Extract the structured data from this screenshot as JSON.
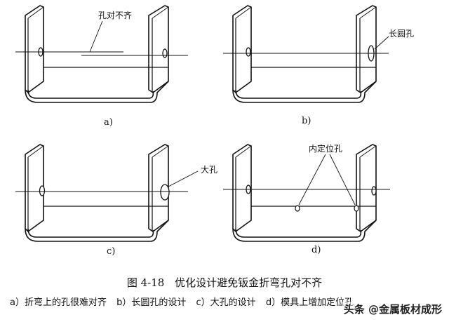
{
  "annotations": {
    "a": "孔对不齐",
    "b": "长圆孔",
    "c": "大孔",
    "d": "内定位孔"
  },
  "panel_labels": [
    "a)",
    "b)",
    "c)",
    "d)"
  ],
  "caption": {
    "number": "图 4-18",
    "title": "优化设计避免钣金折弯孔对不齐"
  },
  "subcaptions": [
    "a）折弯上的孔很难对齐",
    "b）长圆孔的设计",
    "c）大孔的设计",
    "d）模具上增加定位孔"
  ],
  "watermark": "头条 @金属板材成形"
}
